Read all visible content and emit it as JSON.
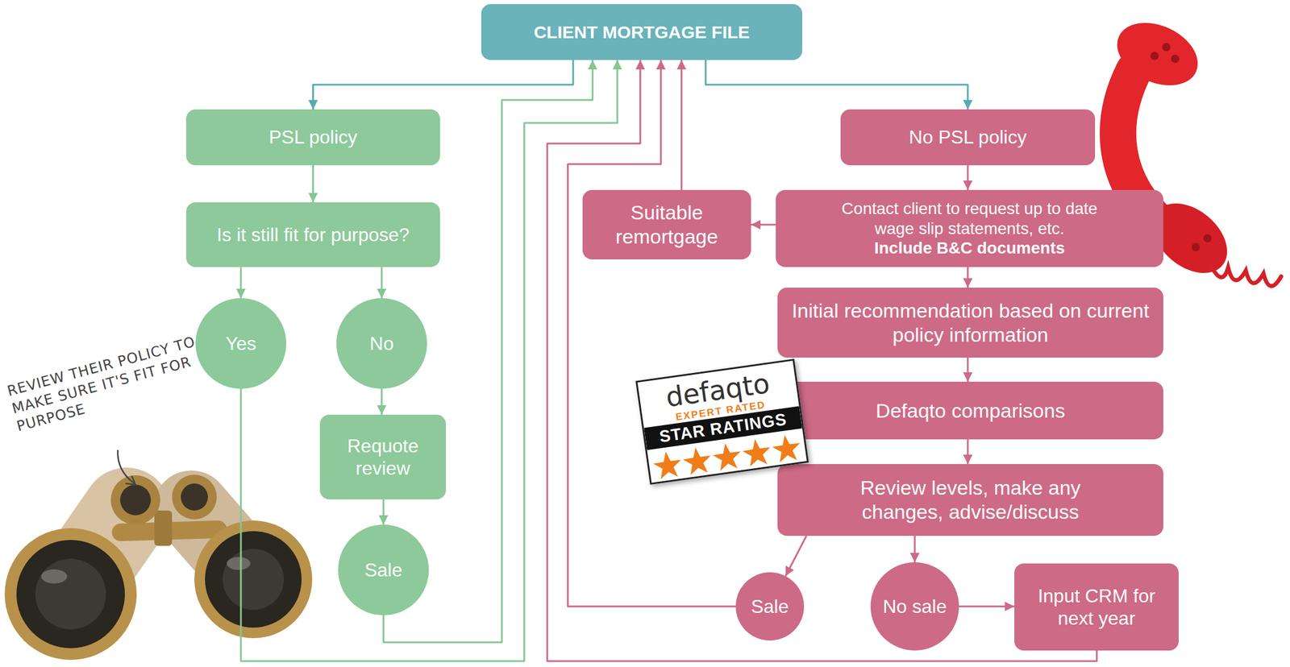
{
  "diagram": {
    "nodes": [
      {
        "text": [
          "CLIENT MORTGAGE FILE"
        ]
      },
      {
        "text": [
          "PSL policy"
        ]
      },
      {
        "text": [
          "Is it still fit for purpose?"
        ]
      },
      {
        "text": [
          "Yes"
        ]
      },
      {
        "text": [
          "No"
        ]
      },
      {
        "text": [
          "Requote review"
        ]
      },
      {
        "text": [
          "Sale"
        ]
      },
      {
        "text": [
          "No PSL policy"
        ]
      },
      {
        "text": [
          "Suitable remortgage"
        ]
      },
      {
        "text": [
          "Contact client to request up to date wage slip statements, etc.",
          "Include B&C documents"
        ]
      },
      {
        "text": [
          "Initial recommendation based on current policy information"
        ]
      },
      {
        "text": [
          "Defaqto comparisons"
        ]
      },
      {
        "text": [
          "Review levels, make any changes, advise/discuss"
        ]
      },
      {
        "text": [
          "Sale"
        ]
      },
      {
        "text": [
          "No sale"
        ]
      },
      {
        "text": [
          "Input CRM for next year"
        ]
      }
    ],
    "edges": [
      {
        "from": 0,
        "to": 1,
        "arrow": "to"
      },
      {
        "from": 0,
        "to": 7,
        "arrow": "to"
      },
      {
        "from": 1,
        "to": 2,
        "arrow": "to"
      },
      {
        "from": 2,
        "to": 3,
        "arrow": "to"
      },
      {
        "from": 2,
        "to": 4,
        "arrow": "to"
      },
      {
        "from": 4,
        "to": 5,
        "arrow": "to"
      },
      {
        "from": 5,
        "to": 6,
        "arrow": "to"
      },
      {
        "from": 6,
        "to": 0,
        "arrow": "to"
      },
      {
        "from": 3,
        "to": 0,
        "arrow": "to"
      },
      {
        "from": 7,
        "to": 9,
        "arrow": "to"
      },
      {
        "from": 9,
        "to": 8,
        "arrow": "to"
      },
      {
        "from": 8,
        "to": 0,
        "arrow": "to"
      },
      {
        "from": 9,
        "to": 10,
        "arrow": "to"
      },
      {
        "from": 10,
        "to": 11,
        "arrow": "to"
      },
      {
        "from": 11,
        "to": 12,
        "arrow": "to"
      },
      {
        "from": 12,
        "to": 13,
        "arrow": "to"
      },
      {
        "from": 12,
        "to": 14,
        "arrow": "to"
      },
      {
        "from": 14,
        "to": 15,
        "arrow": "to"
      },
      {
        "from": 13,
        "to": 0,
        "arrow": "to"
      },
      {
        "from": 15,
        "to": 0,
        "arrow": "to"
      }
    ],
    "labels": [
      "REVIEW THEIR POLICY TO MAKE SURE IT'S FIT FOR PURPOSE",
      "defaqto",
      "EXPERT RATED",
      "STAR RATINGS"
    ]
  }
}
